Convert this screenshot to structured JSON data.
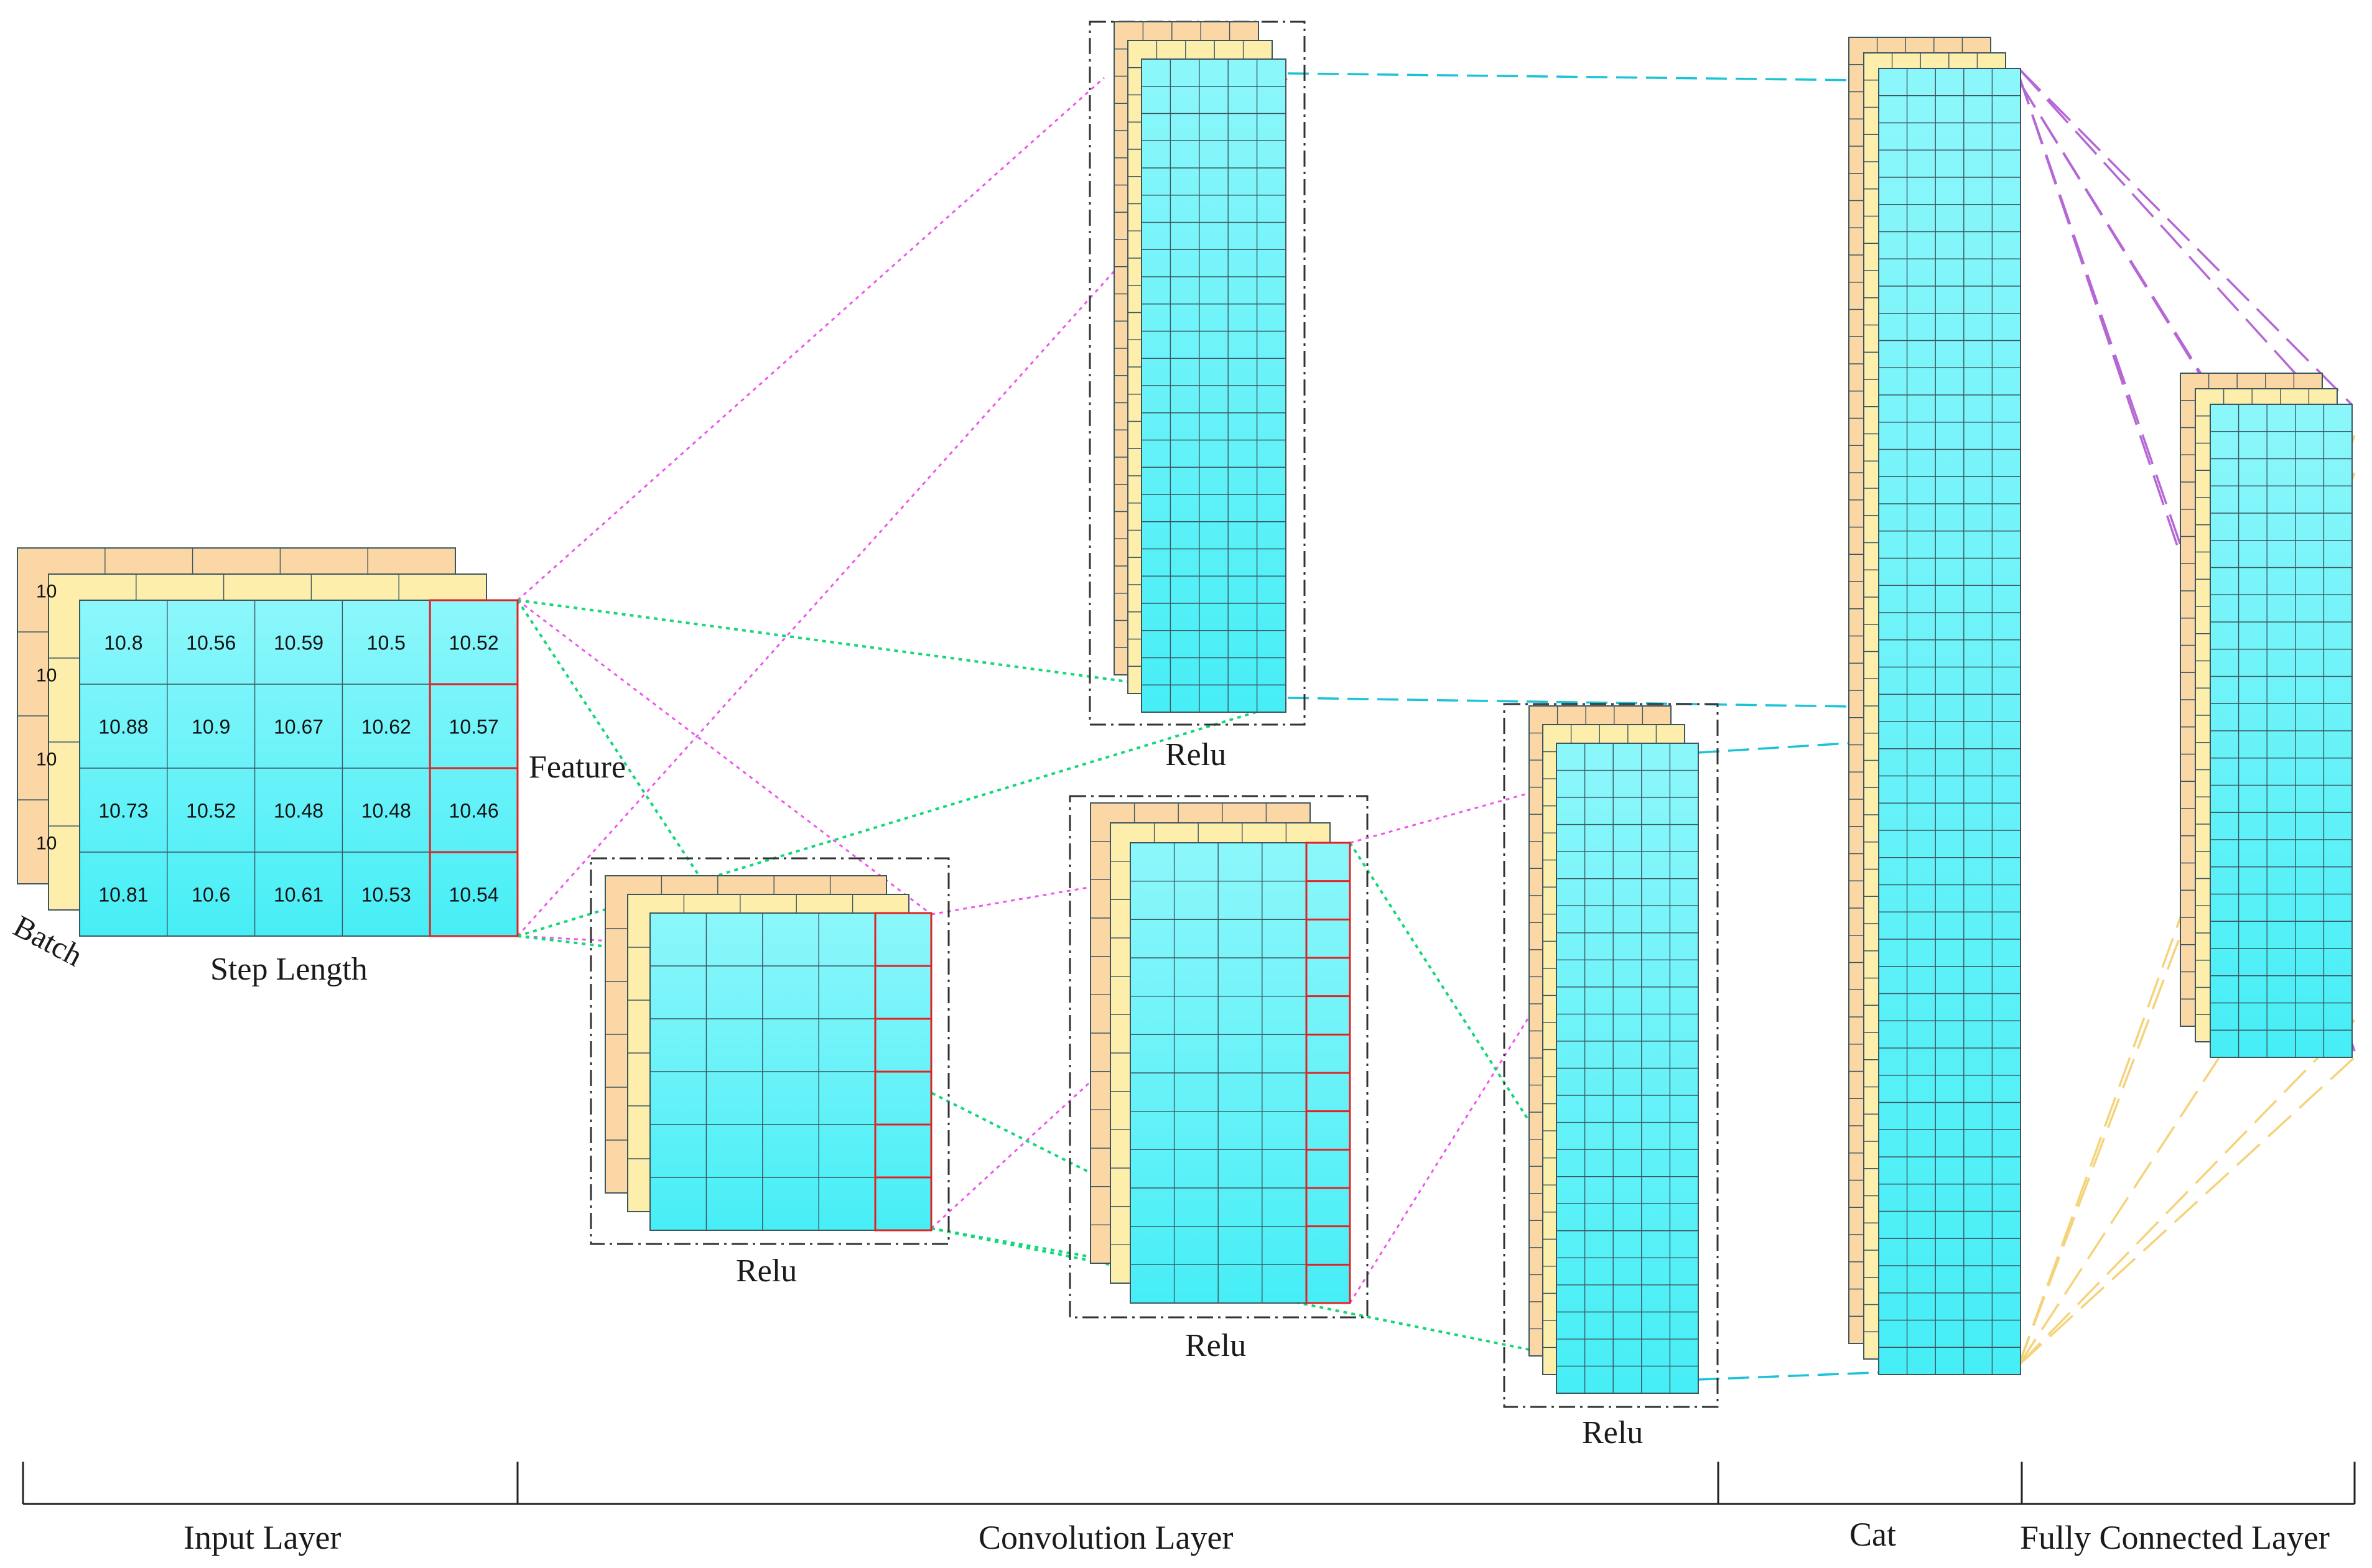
{
  "input": {
    "values": [
      [
        "10.8",
        "10.56",
        "10.59",
        "10.5",
        "10.52"
      ],
      [
        "10.88",
        "10.9",
        "10.67",
        "10.62",
        "10.57"
      ],
      [
        "10.73",
        "10.52",
        "10.48",
        "10.48",
        "10.46"
      ],
      [
        "10.81",
        "10.6",
        "10.61",
        "10.53",
        "10.54"
      ]
    ],
    "back_label": "10",
    "feature_label": "Feature",
    "batch_label": "Batch",
    "step_label": "Step Length"
  },
  "activations": [
    "Relu",
    "Relu",
    "Relu",
    "Relu"
  ],
  "sections": [
    "Input Layer",
    "Convolution Layer",
    "Cat",
    "Fully Connected Layer"
  ],
  "colors": {
    "cyan_top": "#7ff6fb",
    "cyan_bottom": "#45edf5",
    "cyan_light": "#a7fbfd",
    "orange": "#fbd7a6",
    "yellow": "#fdeeac",
    "grid_line": "#3c5660",
    "highlight": "#e02424",
    "pink": "#ee55ee",
    "green": "#15d67a",
    "cyan_dash": "#1cc3d6",
    "purple": "#b567d5",
    "gold": "#f4d37b"
  }
}
